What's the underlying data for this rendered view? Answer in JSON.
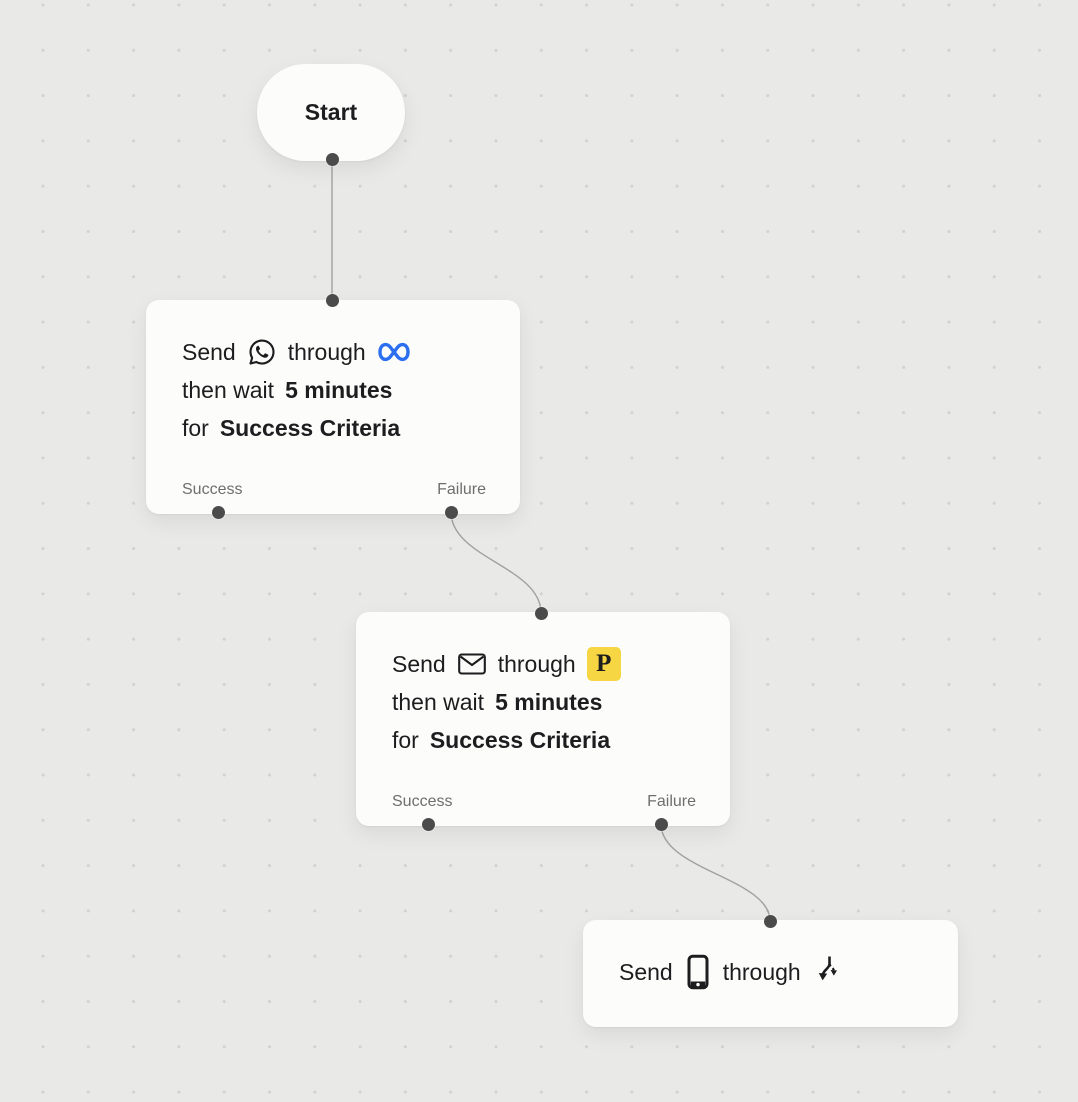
{
  "canvas": {
    "background_color": "#e9e9e7",
    "grid_dot_color": "#d2d2cf",
    "edge_color": "#a1a1a1",
    "handle_color": "#4b4b4b",
    "card_background": "#fcfcfb",
    "text_color": "#1d1d1f",
    "output_label_color": "#6e6e6e"
  },
  "start_node": {
    "label": "Start"
  },
  "nodes": [
    {
      "send_label": "Send",
      "channel_icon": "whatsapp-icon",
      "through_label": "through",
      "provider_icon": "meta-icon",
      "wait_prefix": "then wait",
      "wait_value": "5 minutes",
      "for_prefix": "for",
      "for_value": "Success Criteria",
      "success_label": "Success",
      "failure_label": "Failure"
    },
    {
      "send_label": "Send",
      "channel_icon": "email-icon",
      "through_label": "through",
      "provider_icon": "postmark-icon",
      "provider_letter": "P",
      "wait_prefix": "then wait",
      "wait_value": "5 minutes",
      "for_prefix": "for",
      "for_value": "Success Criteria",
      "success_label": "Success",
      "failure_label": "Failure"
    },
    {
      "send_label": "Send",
      "channel_icon": "smartphone-icon",
      "through_label": "through",
      "provider_icon": "split-fallback-icon"
    }
  ],
  "edges": [
    {
      "from": "start-node",
      "to": "node-1"
    },
    {
      "from": "node-1.failure",
      "to": "node-2"
    },
    {
      "from": "node-2.failure",
      "to": "node-3"
    }
  ],
  "icon_colors": {
    "meta_blue": "#2b6ff0",
    "postmark_yellow": "#f6d643"
  }
}
